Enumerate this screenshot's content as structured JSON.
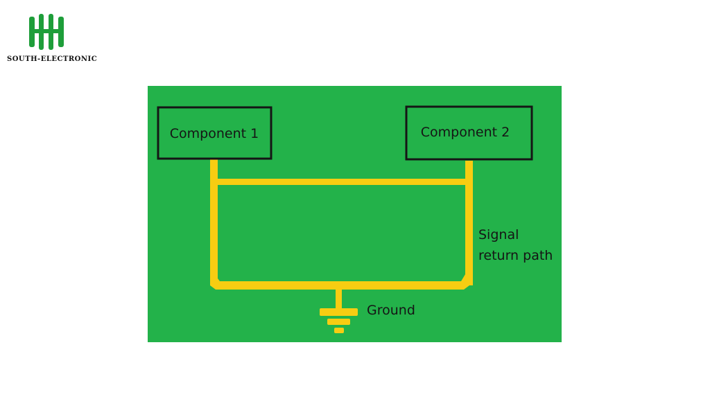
{
  "logo": {
    "text": "SOUTH-ELECTRONIC",
    "color": "#1e9e3a"
  },
  "diagram": {
    "background_color": "#23b24a",
    "trace_color": "#f7cd12",
    "box_border_color": "#151515",
    "components": [
      {
        "label": "Component 1"
      },
      {
        "label": "Component 2"
      }
    ],
    "return_path_label_line1": "Signal",
    "return_path_label_line2": "return path",
    "ground_label": "Ground"
  }
}
